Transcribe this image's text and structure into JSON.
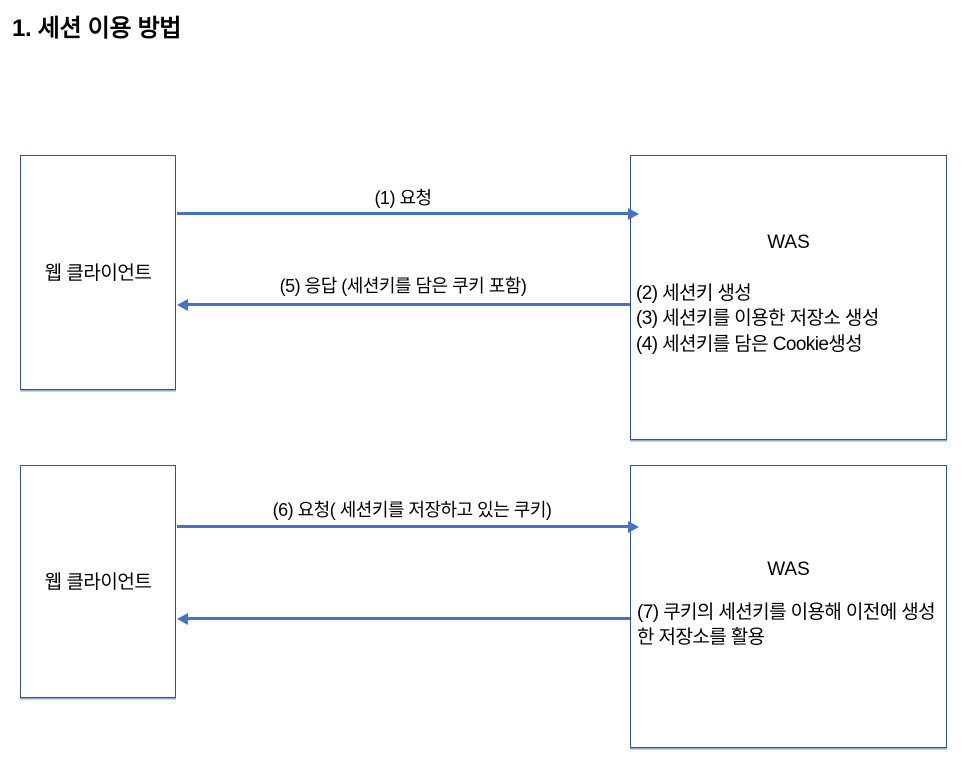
{
  "title": "1. 세션 이용 방법",
  "colors": {
    "box_border": "#2f5597",
    "box_shadow": "#8faadc",
    "arrow": "#4472c4",
    "text": "#000000",
    "background": "#ffffff"
  },
  "diagram": {
    "sections": [
      {
        "id": "first-exchange",
        "client": {
          "label": "웹 클라이언트"
        },
        "server": {
          "title": "WAS",
          "lines": [
            "(2) 세션키 생성",
            "(3) 세션키를 이용한 저장소 생성",
            "(4) 세션키를 담은 Cookie생성"
          ]
        },
        "arrows": [
          {
            "id": "arrow-1",
            "direction": "right",
            "label": "(1) 요청"
          },
          {
            "id": "arrow-5",
            "direction": "left",
            "label": "(5) 응답 (세션키를 담은 쿠키 포함)"
          }
        ]
      },
      {
        "id": "second-exchange",
        "client": {
          "label": "웹 클라이언트"
        },
        "server": {
          "title": "WAS",
          "lines": [
            "(7) 쿠키의 세션키를 이용해 이전에 생성한 저장소를 활용"
          ]
        },
        "arrows": [
          {
            "id": "arrow-6",
            "direction": "right",
            "label": "(6) 요청( 세션키를 저장하고 있는 쿠키)"
          },
          {
            "id": "arrow-7",
            "direction": "left",
            "label": ""
          }
        ]
      }
    ]
  }
}
